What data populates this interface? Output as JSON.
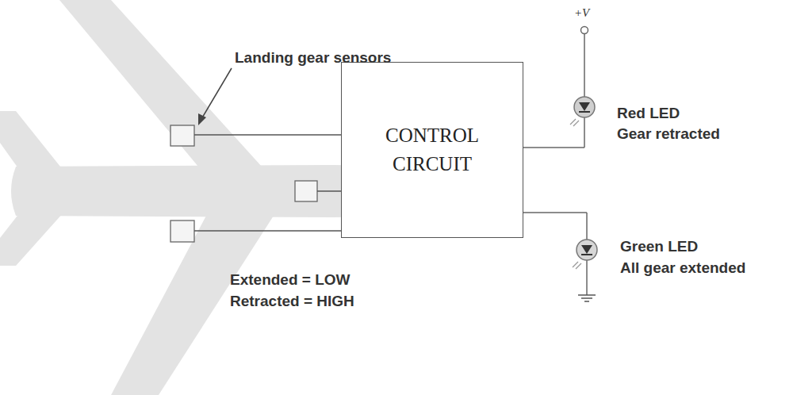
{
  "diagram": {
    "nodes": [
      {
        "text": [
          "CONTROL CIRCUIT"
        ]
      }
    ],
    "labels": [
      "Landing gear sensors",
      "+V",
      "Red LED",
      "Gear retracted",
      "Extended = LOW",
      "Retracted = HIGH",
      "Green LED",
      "All gear extended"
    ]
  }
}
